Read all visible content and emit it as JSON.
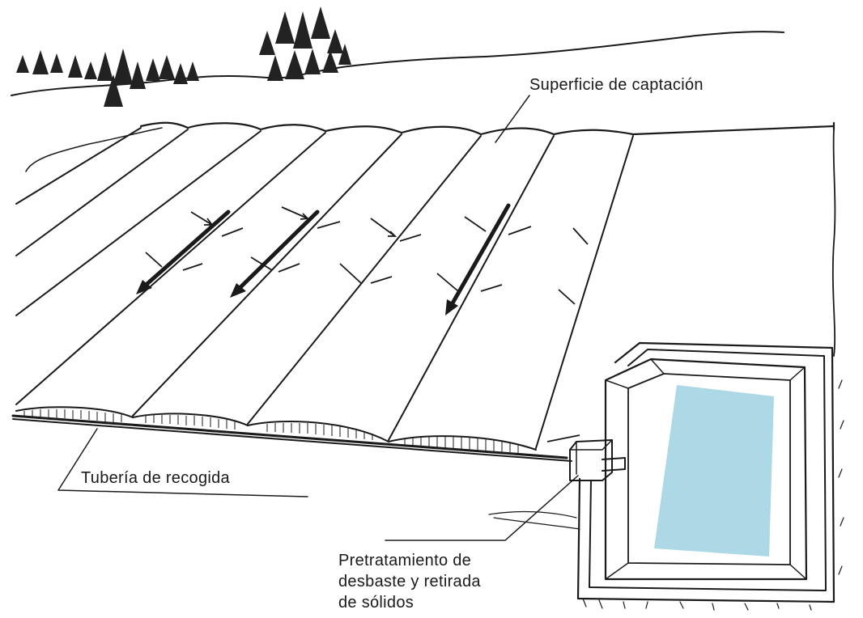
{
  "labels": {
    "surface": "Superficie de captación",
    "pipe": "Tubería de recogida",
    "pretreatment": [
      "Pretratamiento de",
      "desbaste y retirada",
      "de sólidos"
    ]
  },
  "colors": {
    "ink": "#1a1a1a",
    "water": "#add8e6",
    "background": "#ffffff"
  },
  "icons": [
    "tree-icon",
    "flow-arrow-icon"
  ]
}
